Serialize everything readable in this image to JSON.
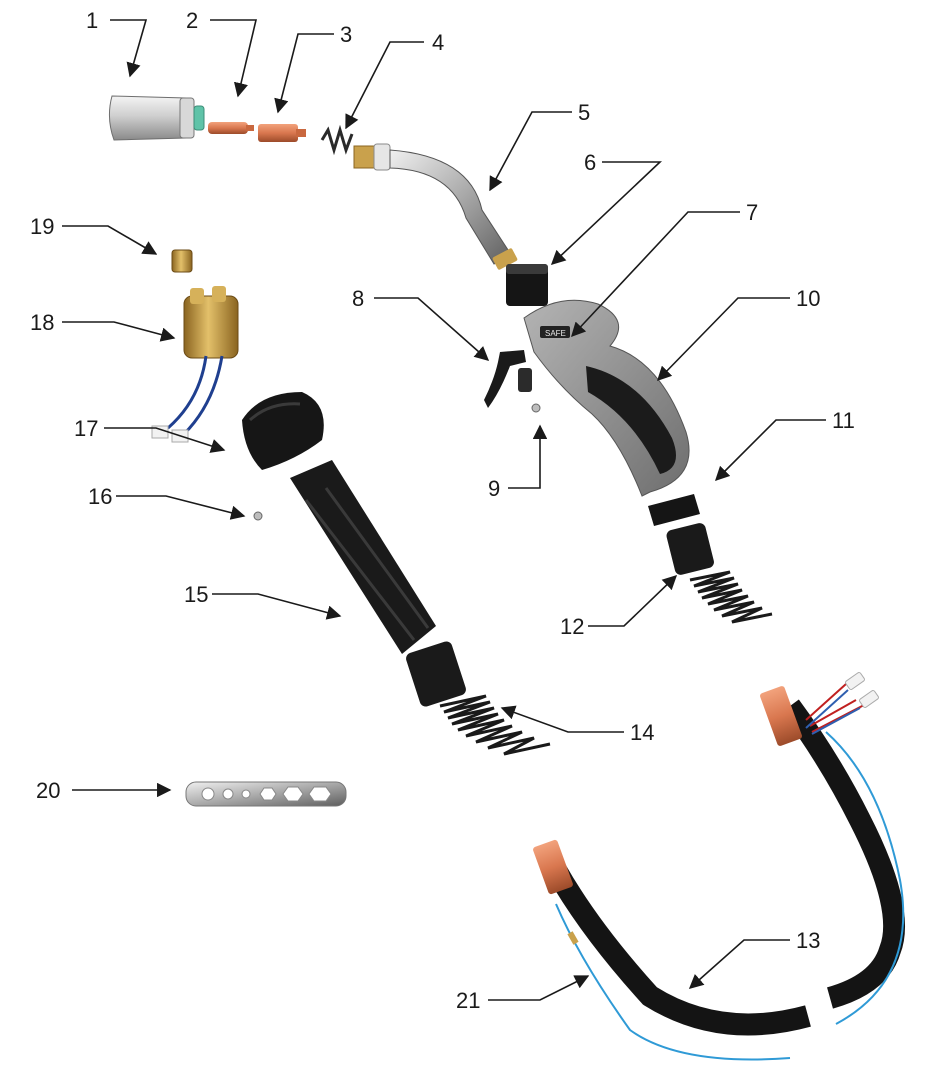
{
  "callouts": [
    {
      "id": "1",
      "label": "1"
    },
    {
      "id": "2",
      "label": "2"
    },
    {
      "id": "3",
      "label": "3"
    },
    {
      "id": "4",
      "label": "4"
    },
    {
      "id": "5",
      "label": "5"
    },
    {
      "id": "6",
      "label": "6"
    },
    {
      "id": "7",
      "label": "7"
    },
    {
      "id": "8",
      "label": "8"
    },
    {
      "id": "9",
      "label": "9"
    },
    {
      "id": "10",
      "label": "10"
    },
    {
      "id": "11",
      "label": "11"
    },
    {
      "id": "12",
      "label": "12"
    },
    {
      "id": "13",
      "label": "13"
    },
    {
      "id": "14",
      "label": "14"
    },
    {
      "id": "15",
      "label": "15"
    },
    {
      "id": "16",
      "label": "16"
    },
    {
      "id": "17",
      "label": "17"
    },
    {
      "id": "18",
      "label": "18"
    },
    {
      "id": "19",
      "label": "19"
    },
    {
      "id": "20",
      "label": "20"
    },
    {
      "id": "21",
      "label": "21"
    }
  ],
  "handle_logo_text": "SAFE",
  "colors": {
    "hose": "#141414",
    "rubber": "#1c1c1c",
    "handle_grey": "#8c8c8c",
    "copper": "#d9774f",
    "brass": "#c79a3a",
    "cable_blue": "#2f9ad6",
    "wire_blue": "#1f3f8f",
    "ink": "#1a1a1a"
  },
  "icons": [
    "arrow-icon"
  ]
}
